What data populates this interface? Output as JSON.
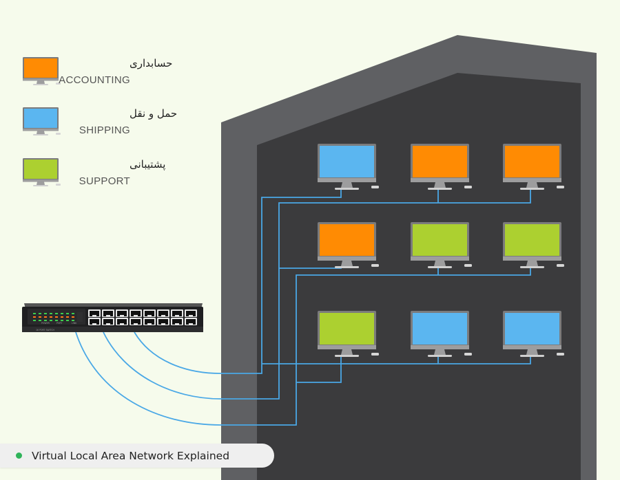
{
  "colors": {
    "accounting": "#ff8b03",
    "shipping": "#5bb6f0",
    "support": "#acd030",
    "cable": "#4aa8e6",
    "building_outer": "#5f6063",
    "building_inner": "#3b3b3d",
    "background": "#f6fbec",
    "caption_dot": "#2fb35a"
  },
  "legend": [
    {
      "key": "accounting",
      "label_fa": "حسابداری",
      "label_en": "ACCOUNTING"
    },
    {
      "key": "shipping",
      "label_fa": "حمل و نقل",
      "label_en": "SHIPPING"
    },
    {
      "key": "support",
      "label_fa": "پشتیبانی",
      "label_en": "SUPPORT"
    }
  ],
  "floors": [
    {
      "computers": [
        "shipping",
        "accounting",
        "accounting"
      ]
    },
    {
      "computers": [
        "accounting",
        "support",
        "support"
      ]
    },
    {
      "computers": [
        "support",
        "shipping",
        "shipping"
      ]
    }
  ],
  "switch": {
    "label": "16 PORT SWITCH",
    "led_labels": [
      "POWER",
      "PORT",
      "LINK"
    ],
    "icon": "network-switch-icon"
  },
  "caption": {
    "text": "Virtual Local Area Network Explained"
  }
}
